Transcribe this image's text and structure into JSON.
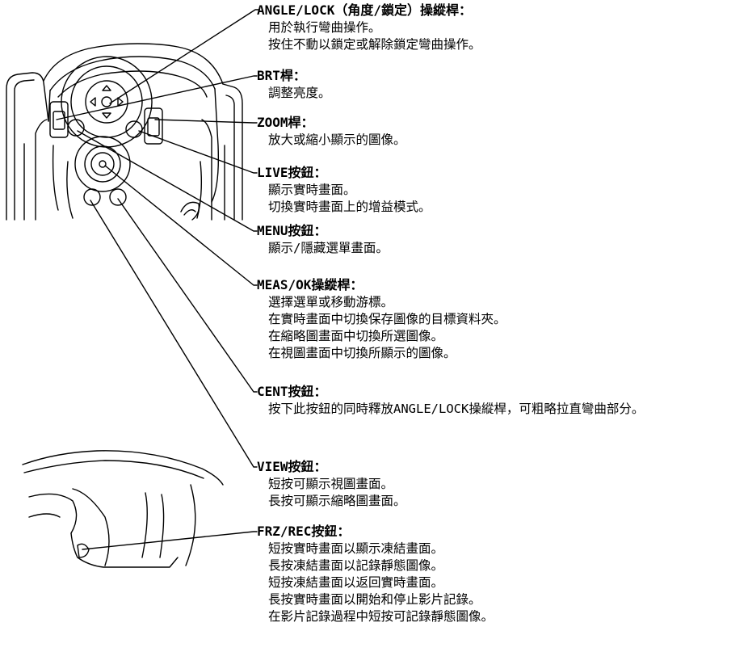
{
  "controls": [
    {
      "id": "angle-lock",
      "title": "ANGLE/LOCK（角度/鎖定）操縱桿：",
      "lines": [
        "用於執行彎曲操作。",
        "按住不動以鎖定或解除鎖定彎曲操作。"
      ]
    },
    {
      "id": "brt",
      "title": "BRT桿：",
      "lines": [
        "調整亮度。"
      ]
    },
    {
      "id": "zoom",
      "title": "ZOOM桿：",
      "lines": [
        "放大或縮小顯示的圖像。"
      ]
    },
    {
      "id": "live",
      "title": "LIVE按鈕：",
      "lines": [
        "顯示實時畫面。",
        "切換實時畫面上的增益模式。"
      ]
    },
    {
      "id": "menu",
      "title": "MENU按鈕：",
      "lines": [
        "顯示/隱藏選單畫面。"
      ]
    },
    {
      "id": "meas-ok",
      "title": "MEAS/OK操縱桿：",
      "lines": [
        "選擇選單或移動游標。",
        "在實時畫面中切換保存圖像的目標資料夾。",
        "在縮略圖畫面中切換所選圖像。",
        "在視圖畫面中切換所顯示的圖像。"
      ]
    },
    {
      "id": "cent",
      "title": "CENT按鈕：",
      "lines": [
        "按下此按鈕的同時釋放ANGLE/LOCK操縱桿，可粗略拉直彎曲部分。"
      ]
    },
    {
      "id": "view",
      "title": "VIEW按鈕：",
      "lines": [
        "短按可顯示視圖畫面。",
        "長按可顯示縮略圖畫面。"
      ]
    },
    {
      "id": "frz-rec",
      "title": "FRZ/REC按鈕：",
      "lines": [
        "短按實時畫面以顯示凍結畫面。",
        "長按凍結畫面以記錄靜態圖像。",
        "短按凍結畫面以返回實時畫面。",
        "長按實時畫面以開始和停止影片記錄。",
        "在影片記錄過程中短按可記錄靜態圖像。"
      ]
    }
  ]
}
